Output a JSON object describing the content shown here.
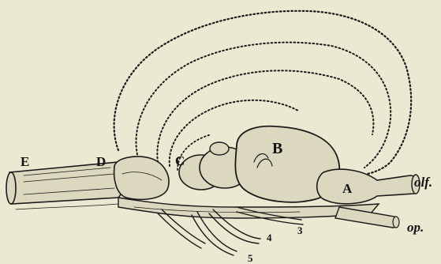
{
  "labels": {
    "E": "E",
    "D": "D",
    "C": "C",
    "B": "B",
    "A": "A",
    "olf": "olf.",
    "op": "op.",
    "n3": "3",
    "n4": "4",
    "n5": "5"
  },
  "colors": {
    "paper": "#ece9d2",
    "ink": "#1a1a1a"
  }
}
